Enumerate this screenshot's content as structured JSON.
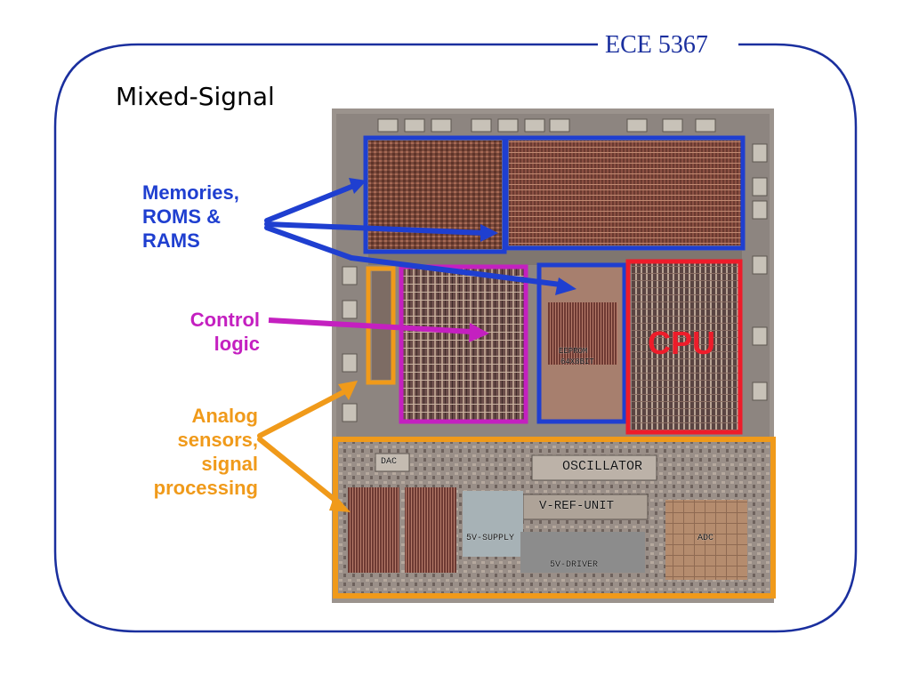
{
  "header": {
    "course": "ECE 5367"
  },
  "slide": {
    "title": "Mixed-Signal"
  },
  "callouts": {
    "memories": [
      "Memories,",
      "ROMS &",
      "RAMS"
    ],
    "control": [
      "Control",
      "logic"
    ],
    "analog": [
      "Analog",
      "sensors,",
      "signal",
      "processing"
    ]
  },
  "die": {
    "cpu_label": "CPU",
    "blocks": {
      "oscillator": "OSCILLATOR",
      "vref": "V-REF-UNIT",
      "supply": "5V-SUPPLY",
      "driver": "5V-DRIVER",
      "adc": "ADC",
      "dac": "DAC",
      "eeprom": "EEPROM",
      "eeprom_size": "64X8BIT"
    }
  },
  "colors": {
    "frame": "#1a2f9e",
    "memory": "#1f3fd0",
    "control": "#c420c0",
    "analog": "#f09a1a",
    "cpu": "#ee1c2a"
  }
}
